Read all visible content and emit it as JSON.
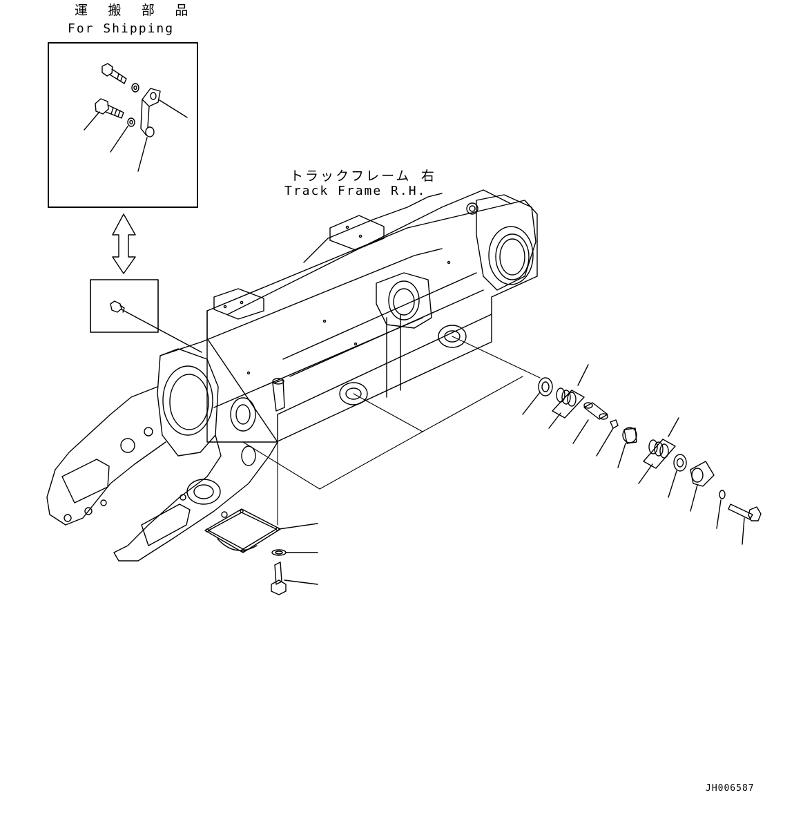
{
  "shipping_box": {
    "title_jp": "運 搬 部 品",
    "title_en": "For Shipping"
  },
  "track_frame": {
    "label_jp": "トラックフレーム 右",
    "label_en": "Track Frame R.H."
  },
  "drawing_number": "JH006587"
}
